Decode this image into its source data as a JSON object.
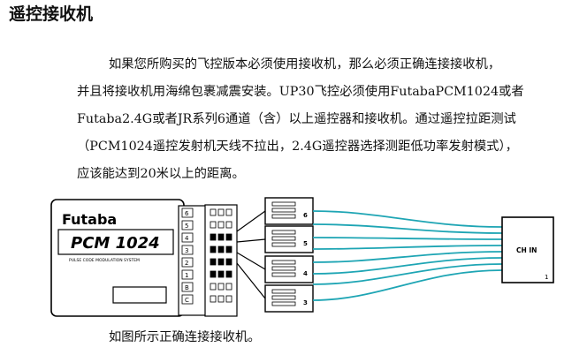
{
  "heading": "遥控接收机",
  "paragraph_lines": [
    "如果您所购买的飞控版本必须使用接收机，那么必须正确连接接收机，",
    "并且将接收机用海绵包裹减震安装。UP30飞控必须使用FutabaPCM1024或者",
    "Futaba2.4G或者JR系列6通道（含）以上遥控器和接收机。通过遥控拉距测试",
    "（PCM1024遥控发射机天线不拉出，2.4G遥控器选择测距低功率发射模式），",
    "应该能达到20米以上的距离。"
  ],
  "figure": {
    "receiver_brand": "Futaba",
    "receiver_model": "PCM 1024",
    "receiver_subtitle": "PULSE CODE MODULATION SYSTEM",
    "port_labels": [
      "6",
      "5",
      "4",
      "3",
      "2",
      "1",
      "B",
      "C"
    ],
    "connector_numbers": [
      "6",
      "5",
      "4",
      "3"
    ],
    "fc_label": "CH IN",
    "fc_pin_mark": "1"
  },
  "caption": "如图所示正确连接接收机。"
}
